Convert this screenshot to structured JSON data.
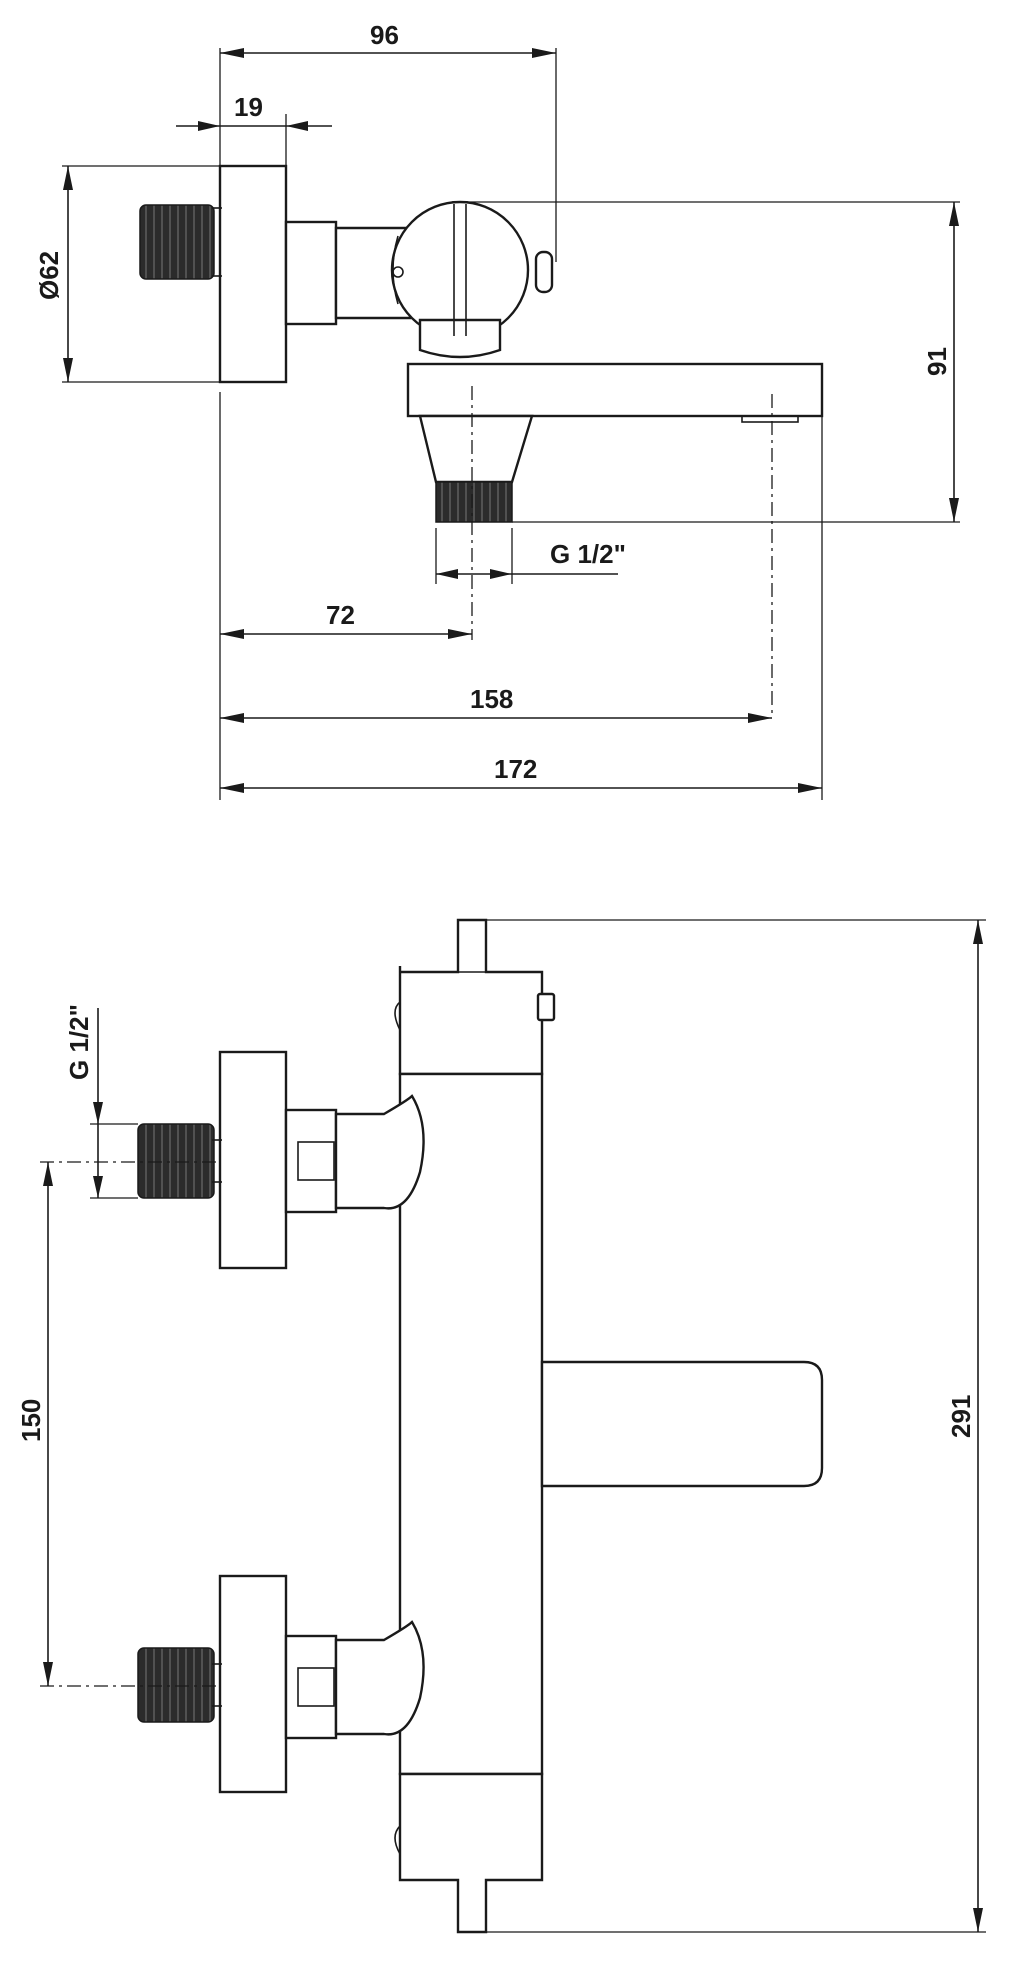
{
  "side_view": {
    "dim_96": "96",
    "dim_19": "19",
    "dim_d62": "Ø62",
    "dim_91": "91",
    "dim_thread": "G 1/2\"",
    "dim_72": "72",
    "dim_158": "158",
    "dim_172": "172"
  },
  "front_view": {
    "dim_thread": "G 1/2\"",
    "dim_150": "150",
    "dim_291": "291"
  }
}
